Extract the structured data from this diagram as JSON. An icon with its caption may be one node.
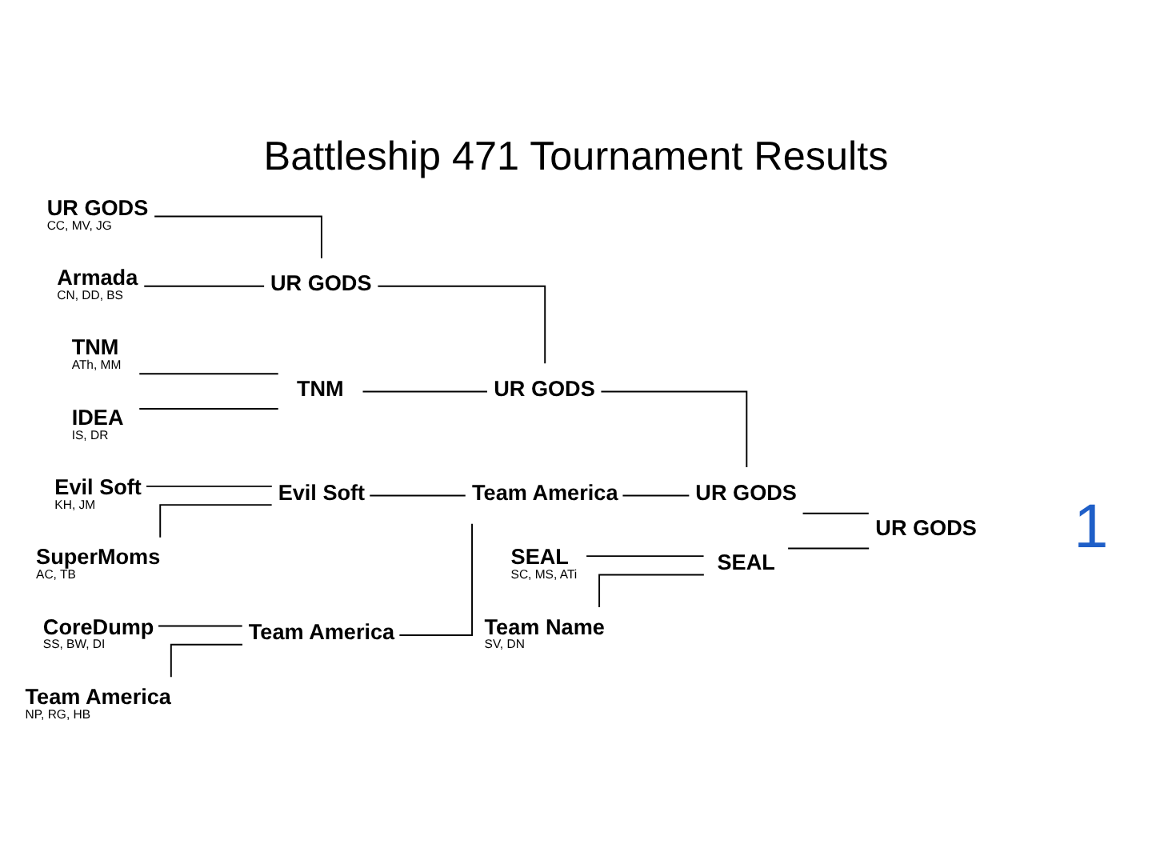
{
  "diagram": {
    "title": "Battleship 471 Tournament Results",
    "nodes": [
      {
        "text": [
          "UR GODS",
          "CC, MV, JG"
        ]
      },
      {
        "text": [
          "Armada",
          "CN, DD, BS"
        ]
      },
      {
        "text": [
          "TNM",
          "ATh, MM"
        ]
      },
      {
        "text": [
          "IDEA",
          "IS, DR"
        ]
      },
      {
        "text": [
          "CoreDump",
          "SS, BW, DI"
        ]
      },
      {
        "text": [
          "Team America",
          "NP, RG, HB"
        ]
      },
      {
        "text": [
          "Evil Soft",
          "KH, JM"
        ]
      },
      {
        "text": [
          "SuperMoms",
          "AC, TB"
        ]
      },
      {
        "text": [
          "SEAL",
          "SC, MS, ATi"
        ]
      },
      {
        "text": [
          "Team Name",
          "SV, DN"
        ]
      },
      {
        "text": [
          "UR GODS"
        ]
      },
      {
        "text": [
          "TNM"
        ]
      },
      {
        "text": [
          "Team America"
        ]
      },
      {
        "text": [
          "Evil Soft"
        ]
      },
      {
        "text": [
          "UR GODS"
        ]
      },
      {
        "text": [
          "Team America"
        ]
      },
      {
        "text": [
          "UR GODS"
        ]
      },
      {
        "text": [
          "SEAL"
        ]
      },
      {
        "text": [
          "UR GODS"
        ]
      }
    ],
    "edges": [
      {
        "from": 0,
        "to": 10,
        "arrow": "none"
      },
      {
        "from": 1,
        "to": 10,
        "arrow": "none"
      },
      {
        "from": 2,
        "to": 11,
        "arrow": "none"
      },
      {
        "from": 3,
        "to": 11,
        "arrow": "none"
      },
      {
        "from": 4,
        "to": 12,
        "arrow": "none"
      },
      {
        "from": 5,
        "to": 12,
        "arrow": "none"
      },
      {
        "from": 6,
        "to": 13,
        "arrow": "none"
      },
      {
        "from": 7,
        "to": 13,
        "arrow": "none"
      },
      {
        "from": 10,
        "to": 14,
        "arrow": "none"
      },
      {
        "from": 11,
        "to": 14,
        "arrow": "none"
      },
      {
        "from": 12,
        "to": 15,
        "arrow": "none"
      },
      {
        "from": 13,
        "to": 15,
        "arrow": "none"
      },
      {
        "from": 14,
        "to": 16,
        "arrow": "none"
      },
      {
        "from": 15,
        "to": 16,
        "arrow": "none"
      },
      {
        "from": 8,
        "to": 17,
        "arrow": "none"
      },
      {
        "from": 9,
        "to": 17,
        "arrow": "none"
      },
      {
        "from": 16,
        "to": 18,
        "arrow": "none"
      },
      {
        "from": 17,
        "to": 18,
        "arrow": "none"
      }
    ],
    "labels": [
      "1"
    ]
  }
}
